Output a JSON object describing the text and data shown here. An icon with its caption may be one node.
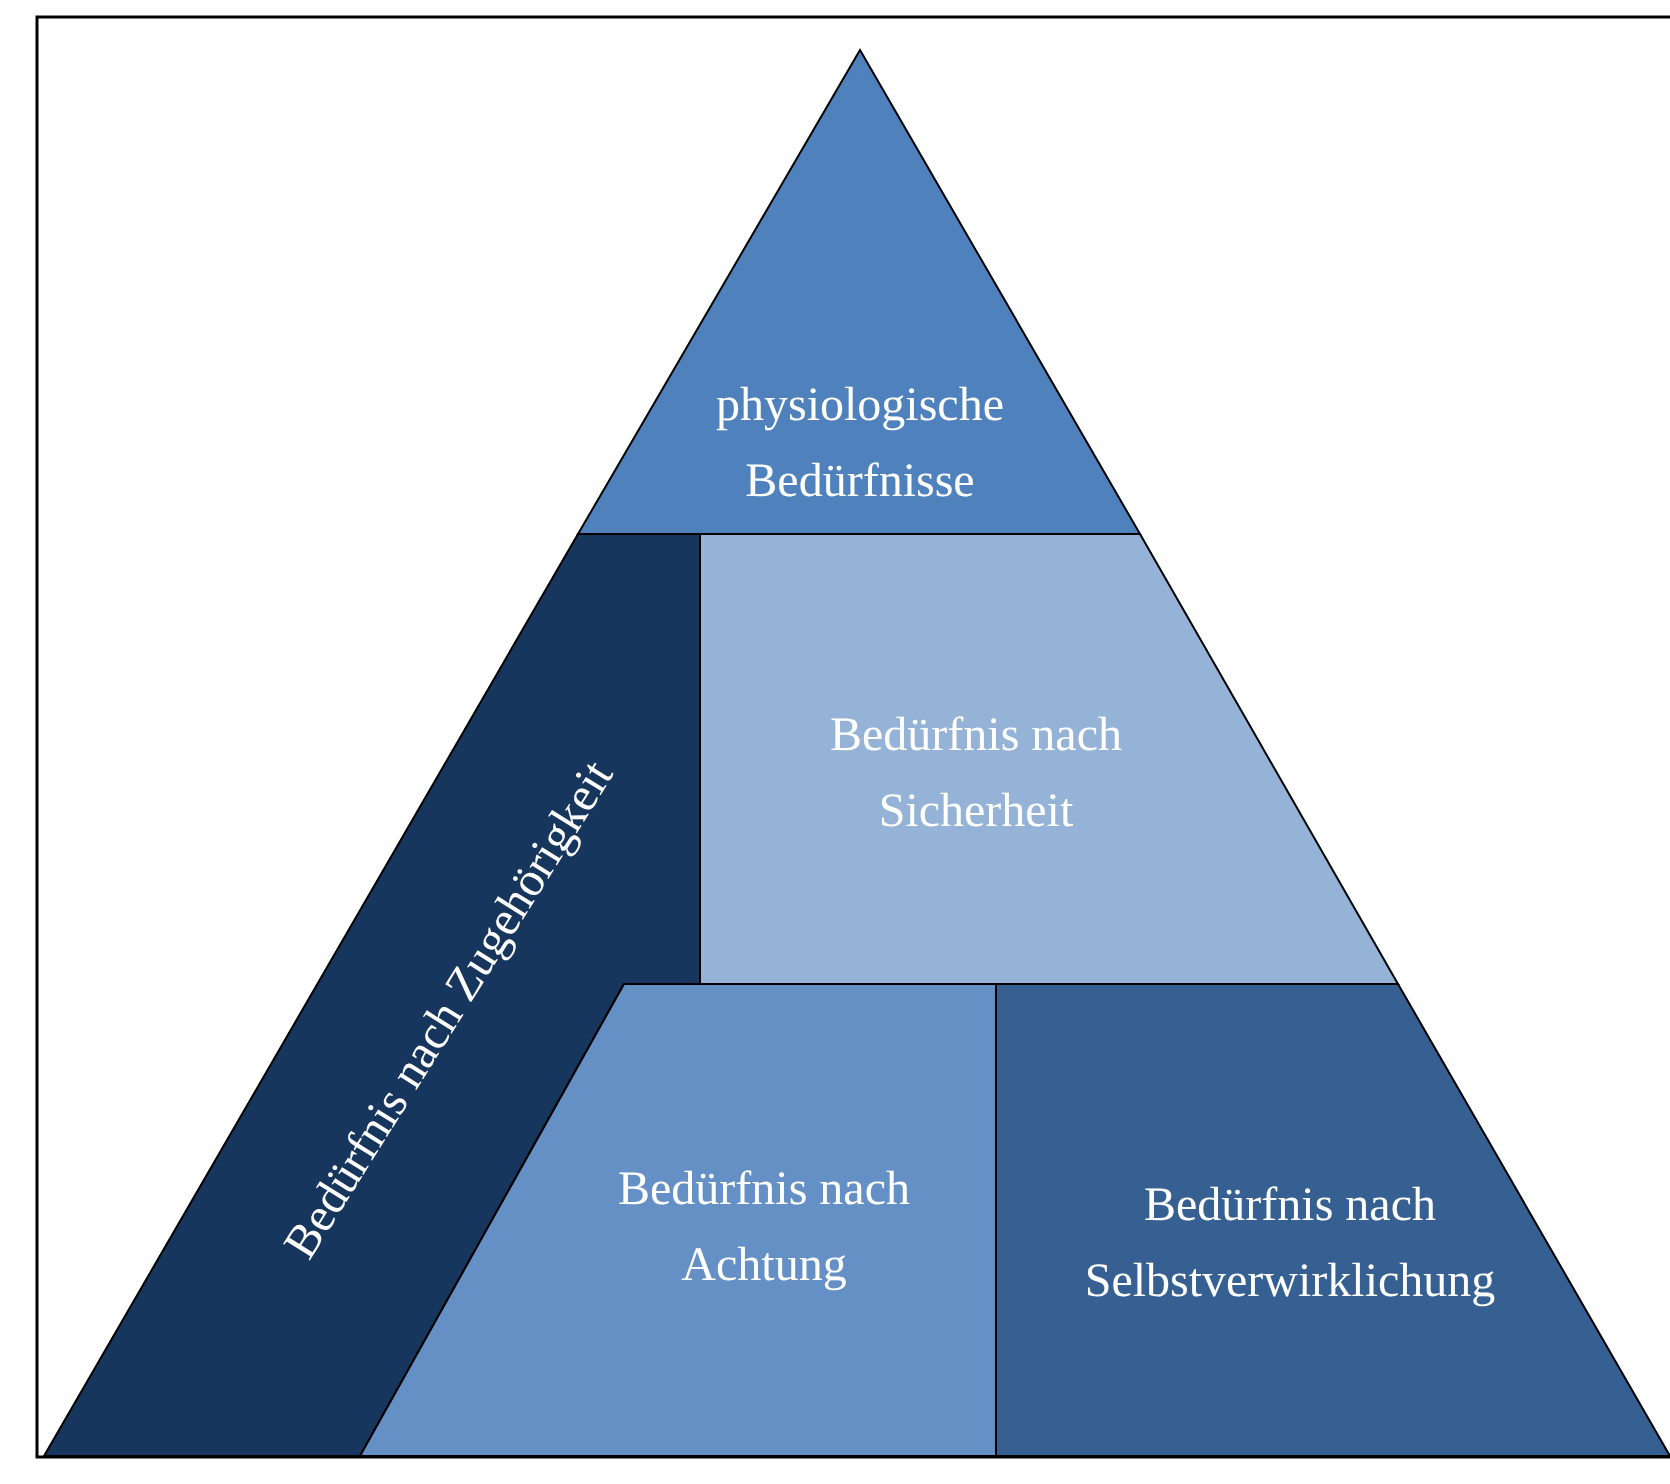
{
  "diagram": {
    "nodes": [
      {
        "text": [
          "physiologische Bedürfnisse"
        ]
      },
      {
        "text": [
          "Bedürfnis nach Zugehörigkeit"
        ]
      },
      {
        "text": [
          "Bedürfnis nach Sicherheit"
        ]
      },
      {
        "text": [
          "Bedürfnis nach Achtung"
        ]
      },
      {
        "text": [
          "Bedürfnis nach Selbstverwirklichung"
        ]
      }
    ]
  }
}
